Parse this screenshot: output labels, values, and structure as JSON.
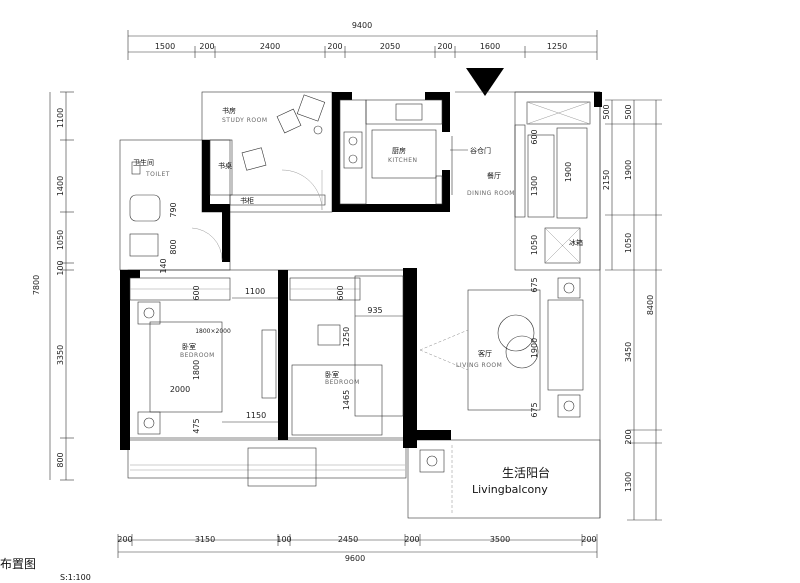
{
  "plan": {
    "title": "布置图",
    "scale": "S:1:100",
    "top_total": "9400",
    "top_dims": [
      "1500",
      "200",
      "2400",
      "200",
      "2050",
      "200",
      "1600",
      "1250"
    ],
    "bottom_total": "9600",
    "bottom_dims": [
      "200",
      "3150",
      "100",
      "2450",
      "200",
      "3500",
      "200"
    ],
    "left_total": "7800",
    "left_dims": [
      "1100",
      "1400",
      "1050",
      "100",
      "3350",
      "800"
    ],
    "right_total": "8400",
    "right_dims_outer": [
      "500",
      "1900",
      "1050",
      "3450",
      "200",
      "1300"
    ],
    "right_dims_inner": [
      "500",
      "2150"
    ]
  },
  "rooms": {
    "study": {
      "cn": "书房",
      "en": "STUDY ROOM"
    },
    "kitchen": {
      "cn": "厨房",
      "en": "KITCHEN"
    },
    "toilet": {
      "cn": "卫生间",
      "en": "TOILET"
    },
    "dining": {
      "cn": "餐厅",
      "en": "DINING ROOM"
    },
    "bedroom1": {
      "cn": "卧室",
      "en": "BEDROOM"
    },
    "bedroom2": {
      "cn": "卧室",
      "en": "BEDROOM"
    },
    "living": {
      "cn": "客厅",
      "en": "LIVING ROOM"
    },
    "balcony": {
      "cn": "生活阳台",
      "en": "Livingbalcony"
    }
  },
  "labels": {
    "desk": "书桌",
    "bookcase": "书柜",
    "door": "谷仓门",
    "fridge": "冰箱",
    "bed_size": "1800×2000"
  },
  "inner_dims": {
    "study_790": "790",
    "toilet_800": "800",
    "toilet_140": "140",
    "bed1_600": "600",
    "bed1_1100": "1100",
    "bed1_1800": "1800",
    "bed1_2000": "2000",
    "bed1_475": "475",
    "bed1_1150": "1150",
    "bed2_600": "600",
    "bed2_935": "935",
    "bed2_1250": "1250",
    "bed2_1465": "1465",
    "dining_600": "600",
    "dining_1300": "1300",
    "dining_1900": "1900",
    "fridge_1050": "1050",
    "living_675a": "675",
    "living_1900": "1900",
    "living_675b": "675"
  }
}
